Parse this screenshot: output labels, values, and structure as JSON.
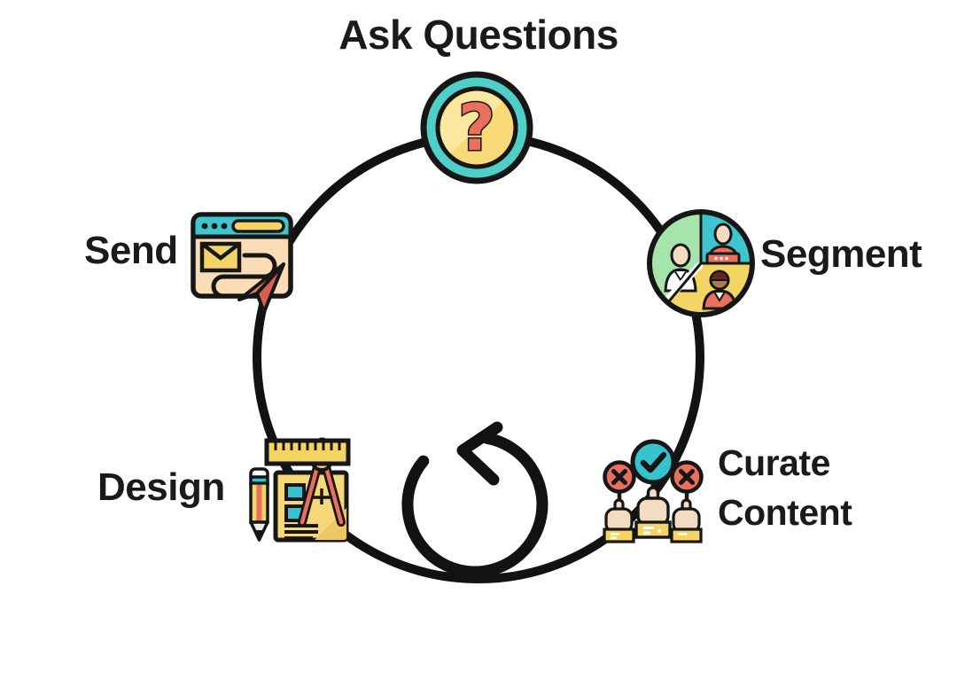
{
  "diagram": {
    "type": "cycle",
    "background_color": "#ffffff",
    "outline_color": "#161616",
    "stages": [
      {
        "id": "ask-questions",
        "label": "Ask Questions",
        "icon": "question-mark-icon",
        "position": "top"
      },
      {
        "id": "segment",
        "label": "Segment",
        "icon": "audience-segments-icon",
        "position": "right"
      },
      {
        "id": "curate-content",
        "label": "Curate Content",
        "icon": "voting-hands-icon",
        "position": "bottom-right"
      },
      {
        "id": "design",
        "label": "Design",
        "icon": "design-tools-icon",
        "position": "bottom-left"
      },
      {
        "id": "send",
        "label": "Send",
        "icon": "send-message-icon",
        "position": "left"
      }
    ],
    "center_icon": "cycle-arrow-icon",
    "connector": "circle",
    "question_glyph": "?",
    "colors": {
      "teal": "#3EC6CE",
      "teal_bright": "#4ED0C8",
      "yellow": "#F4D463",
      "yellow_light": "#F8D977",
      "yellow_highlight": "#FBE79E",
      "coral": "#E8705C",
      "coral_dark": "#D96050",
      "green": "#A5E5AC",
      "peach": "#FADDB5",
      "skin": "#F3DCC2",
      "skin_dark": "#B5794F",
      "hair_dark": "#60281F",
      "text": "#1A1A1A",
      "outline": "#161616"
    }
  }
}
